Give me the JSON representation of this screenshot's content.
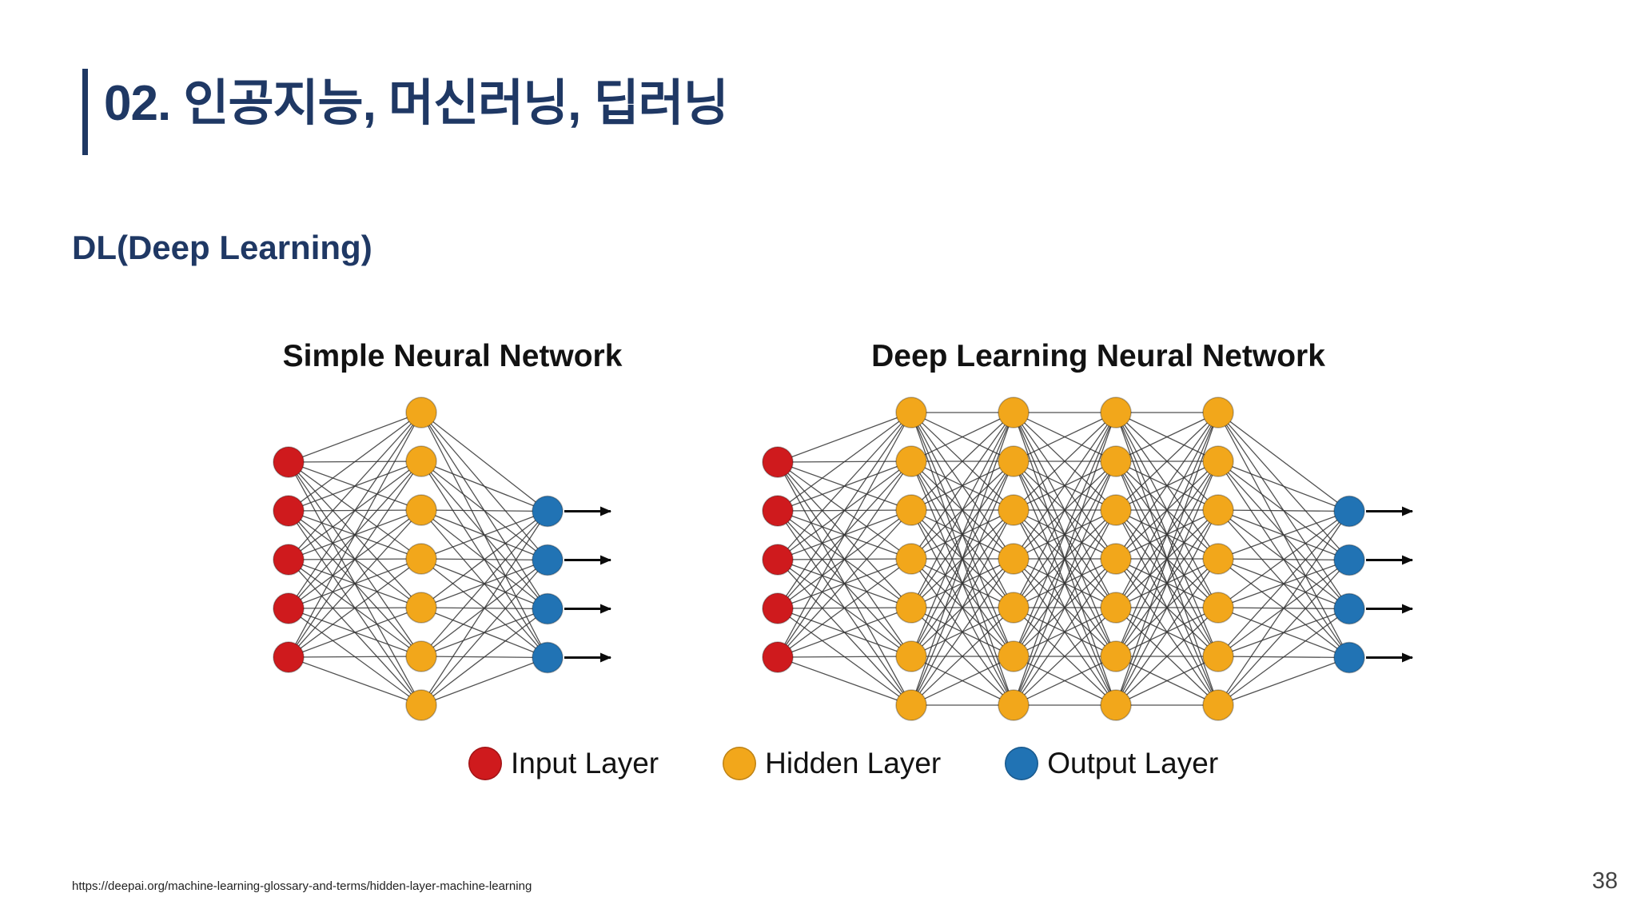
{
  "slide": {
    "title": "02. 인공지능, 머신러닝, 딥러닝",
    "subtitle": "DL(Deep Learning)",
    "source_url": "https://deepai.org/machine-learning-glossary-and-terms/hidden-layer-machine-learning",
    "page_number": "38"
  },
  "colors": {
    "accent_navy": "#1F3864",
    "input_red": "#CF1A1D",
    "hidden_yellow": "#F2A71B",
    "output_blue": "#2173B4",
    "edge": "#333333",
    "arrow": "#0B0B0B"
  },
  "diagrams": [
    {
      "title": "Simple Neural Network",
      "layers": [
        {
          "role": "input",
          "color": "input_red",
          "nodes": 5
        },
        {
          "role": "hidden",
          "color": "hidden_yellow",
          "nodes": 7
        },
        {
          "role": "output",
          "color": "output_blue",
          "nodes": 4
        }
      ]
    },
    {
      "title": "Deep Learning Neural Network",
      "layers": [
        {
          "role": "input",
          "color": "input_red",
          "nodes": 5
        },
        {
          "role": "hidden",
          "color": "hidden_yellow",
          "nodes": 7
        },
        {
          "role": "hidden",
          "color": "hidden_yellow",
          "nodes": 7
        },
        {
          "role": "hidden",
          "color": "hidden_yellow",
          "nodes": 7
        },
        {
          "role": "hidden",
          "color": "hidden_yellow",
          "nodes": 7
        },
        {
          "role": "output",
          "color": "output_blue",
          "nodes": 4
        }
      ]
    }
  ],
  "legend": {
    "items": [
      {
        "label": "Input Layer",
        "color": "input_red"
      },
      {
        "label": "Hidden Layer",
        "color": "hidden_yellow"
      },
      {
        "label": "Output Layer",
        "color": "output_blue"
      }
    ]
  }
}
